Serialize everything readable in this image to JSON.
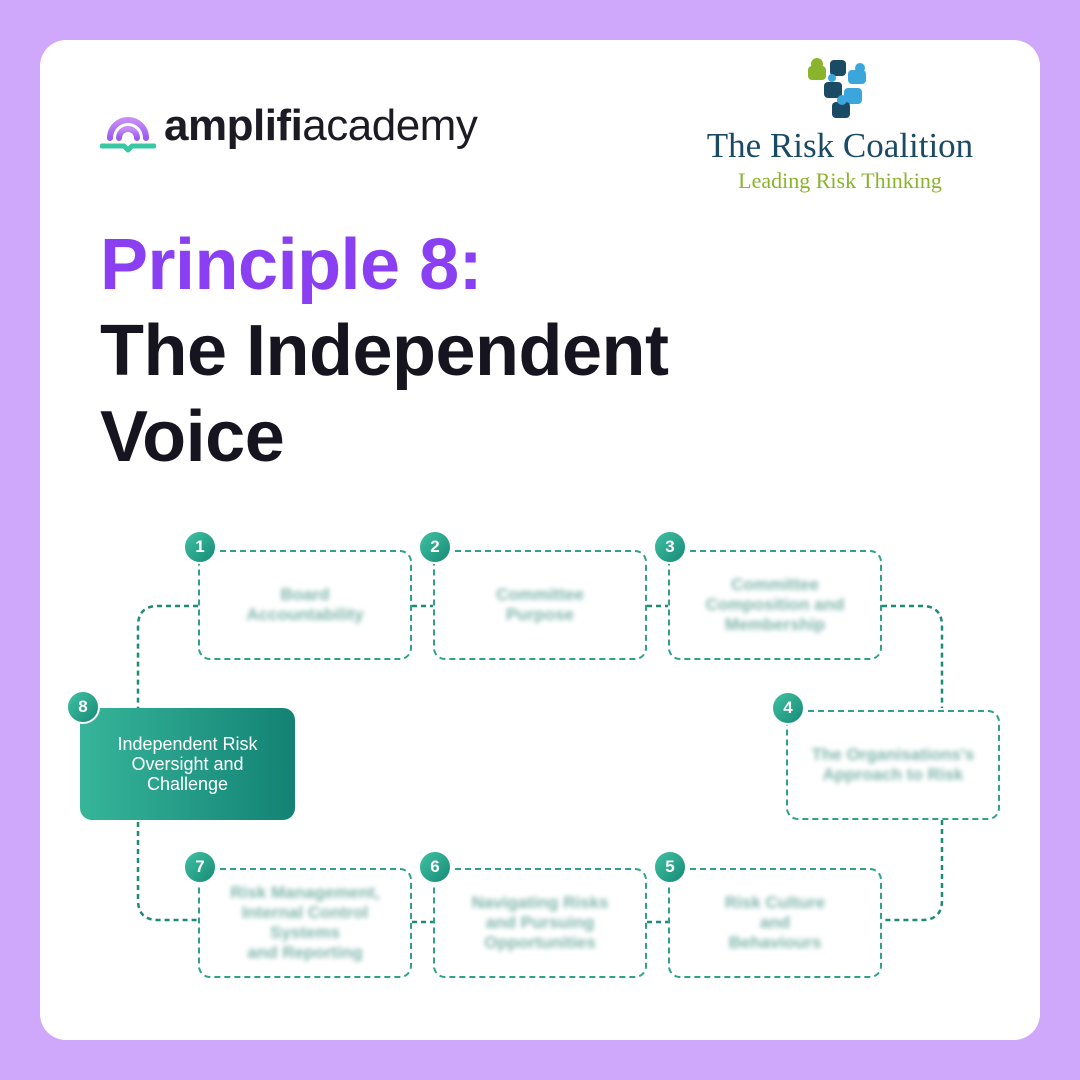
{
  "brand": {
    "wordmark_bold": "amplifi",
    "wordmark_light": "academy",
    "accent": "#8a3ff3",
    "teal": "#2fa08c"
  },
  "partner": {
    "name": "The Risk Coalition",
    "tagline": "Leading Risk Thinking"
  },
  "headline": {
    "line1": "Principle 8:",
    "line2": "The Independent",
    "line3": "Voice"
  },
  "steps": [
    {
      "number": "1",
      "label": "Board\nAccountability"
    },
    {
      "number": "2",
      "label": "Committee\nPurpose"
    },
    {
      "number": "3",
      "label": "Committee\nComposition and\nMembership"
    },
    {
      "number": "4",
      "label": "The Organisations's\nApproach to Risk"
    },
    {
      "number": "5",
      "label": "Risk Culture\nand\nBehaviours"
    },
    {
      "number": "6",
      "label": "Navigating Risks\nand Pursuing\nOpportunities"
    },
    {
      "number": "7",
      "label": "Risk Management,\nInternal Control\nSystems\nand Reporting"
    },
    {
      "number": "8",
      "label": "Independent Risk\nOversight and\nChallenge",
      "active": true
    }
  ]
}
